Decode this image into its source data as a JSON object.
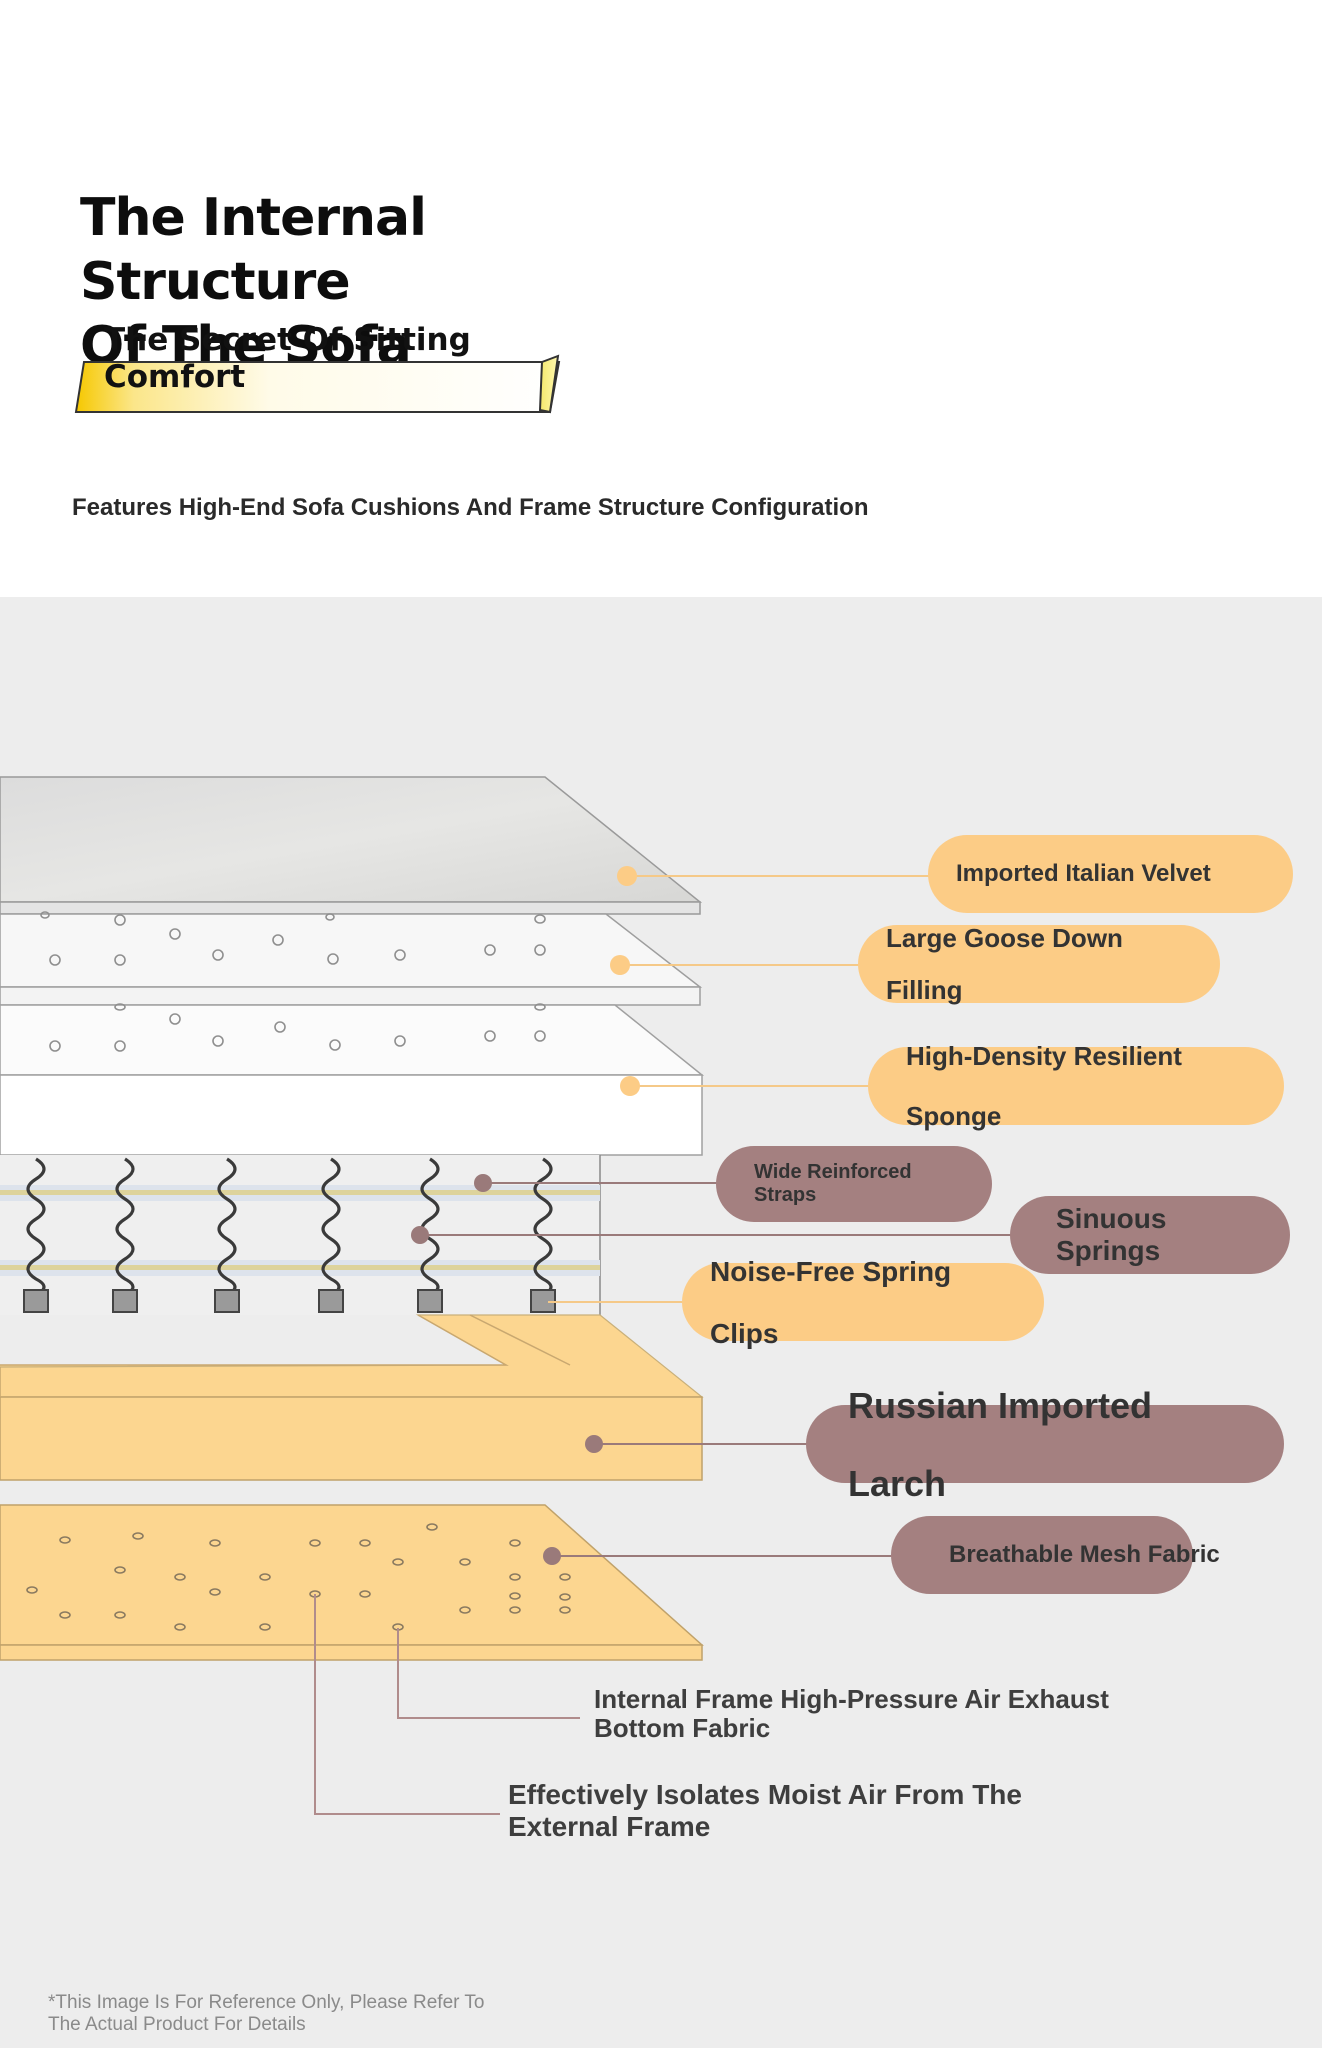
{
  "header": {
    "title_line1": "The Internal Structure",
    "title_line2": "Of The Sofa",
    "subtitle_line1": "The Secret Of Sitting",
    "subtitle_line2": "Comfort",
    "features": "Features High-End Sofa Cushions And Frame Structure Configuration"
  },
  "layers": {
    "velvet": "Imported Italian Velvet",
    "goose_down_line1": "Large Goose Down",
    "goose_down_line2": "Filling",
    "sponge_line1": "High-Density Resilient",
    "sponge_line2": "Sponge",
    "straps": "Wide Reinforced Straps",
    "springs": "Sinuous Springs",
    "clips_line1": "Noise-Free Spring",
    "clips_line2": "Clips",
    "larch_line1": "Russian Imported",
    "larch_line2": "Larch",
    "mesh": "Breathable Mesh Fabric",
    "exhaust_line1": "Internal Frame High-Pressure Air Exhaust",
    "exhaust_line2": "Bottom Fabric",
    "isolates_line1": "Effectively Isolates Moist Air From The",
    "isolates_line2": "External Frame"
  },
  "footer": {
    "disclaimer_line1": "*This Image Is For Reference Only, Please Refer To",
    "disclaimer_line2": "The Actual Product For Details"
  },
  "colors": {
    "pill_yellow": "#fccc86",
    "pill_brown": "#a48080",
    "wood": "#fcd690",
    "background": "#ededed"
  }
}
